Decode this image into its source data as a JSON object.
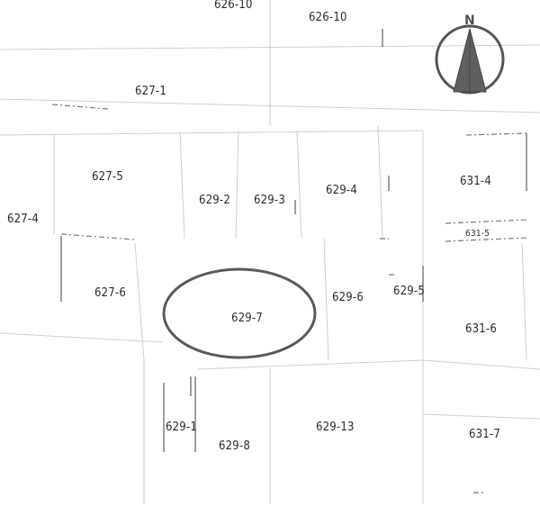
{
  "map": {
    "north_label": "N",
    "subject_lot": "629-7",
    "colors": {
      "ink": "#2b2b2b",
      "line": "#7a7a7a",
      "faint_line": "#cfcfcf",
      "subject_outline": "#5a5a5a",
      "north_arrow_fill": "#5f5f5f"
    },
    "lots": [
      {
        "id": "626-10a",
        "label": "626-10"
      },
      {
        "id": "626-10",
        "label": "626-10"
      },
      {
        "id": "627-1",
        "label": "627-1"
      },
      {
        "id": "627-5",
        "label": "627-5"
      },
      {
        "id": "627-4",
        "label": "627-4"
      },
      {
        "id": "627-6",
        "label": "627-6"
      },
      {
        "id": "629-2",
        "label": "629-2"
      },
      {
        "id": "629-3",
        "label": "629-3"
      },
      {
        "id": "629-4",
        "label": "629-4"
      },
      {
        "id": "629-6",
        "label": "629-6"
      },
      {
        "id": "629-5",
        "label": "629-5"
      },
      {
        "id": "629-7",
        "label": "629-7"
      },
      {
        "id": "629-1",
        "label": "629-1"
      },
      {
        "id": "629-8",
        "label": "629-8"
      },
      {
        "id": "629-13",
        "label": "629-13"
      },
      {
        "id": "631-4",
        "label": "631-4"
      },
      {
        "id": "631-5",
        "label": "631-5"
      },
      {
        "id": "631-6",
        "label": "631-6"
      },
      {
        "id": "631-7",
        "label": "631-7"
      }
    ]
  }
}
